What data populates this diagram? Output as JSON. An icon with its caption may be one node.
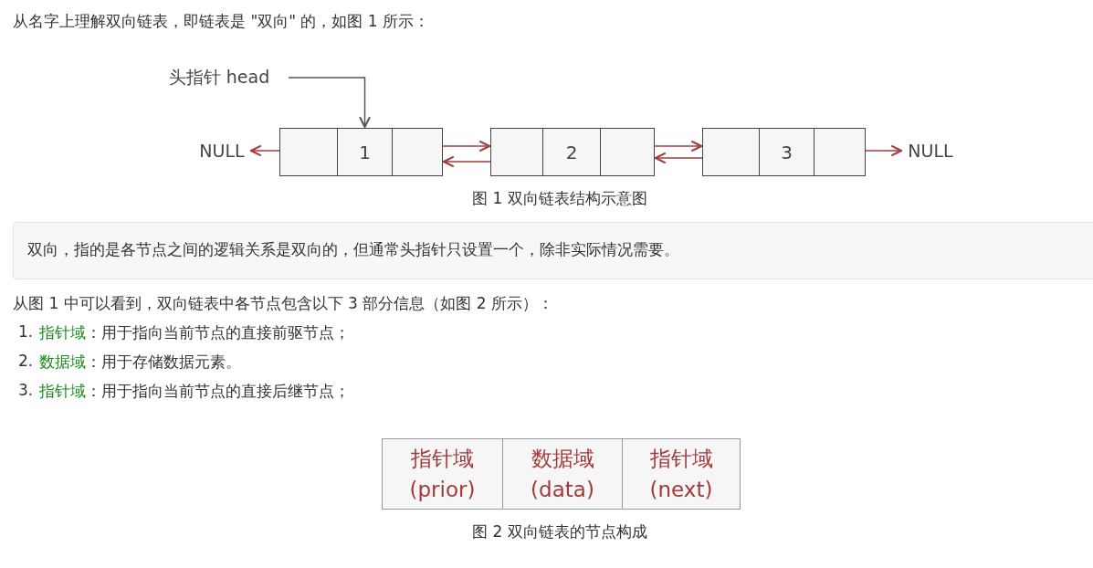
{
  "diagram": {
    "nodes": [
      {
        "text": [
          "头指针 head"
        ]
      },
      {
        "text": [
          "NULL"
        ]
      },
      {
        "text": [],
        "shape": "box"
      },
      {
        "text": [
          "1"
        ]
      },
      {
        "text": [],
        "shape": "box"
      },
      {
        "text": [],
        "shape": "box"
      },
      {
        "text": [
          "2"
        ]
      },
      {
        "text": [],
        "shape": "box"
      },
      {
        "text": [],
        "shape": "box"
      },
      {
        "text": [
          "3"
        ]
      },
      {
        "text": [],
        "shape": "box"
      },
      {
        "text": [
          "NULL"
        ]
      },
      {
        "text": [
          "指针域",
          "(prior)"
        ]
      },
      {
        "text": [
          "数据域",
          "(data)"
        ]
      },
      {
        "text": [
          "指针域",
          "(next)"
        ]
      }
    ],
    "edges": [
      {
        "from": 0,
        "to": 3,
        "arrow": "to",
        "color": "#555555"
      },
      {
        "from": 2,
        "to": 1,
        "arrow": "to"
      },
      {
        "from": 4,
        "to": 5,
        "arrow": "to"
      },
      {
        "from": 5,
        "to": 4,
        "arrow": "to"
      },
      {
        "from": 7,
        "to": 8,
        "arrow": "to"
      },
      {
        "from": 8,
        "to": 7,
        "arrow": "to"
      },
      {
        "from": 10,
        "to": 11,
        "arrow": "to"
      }
    ],
    "labels": [
      "从名字上理解双向链表，即链表是 \"双向\" 的，如图 1 所示：",
      "图 1 双向链表结构示意图",
      "双向，指的是各节点之间的逻辑关系是双向的，但通常头指针只设置一个，除非实际情况需要。",
      "从图 1 中可以看到，双向链表中各节点包含以下 3 部分信息（如图 2 所示）：",
      "1.",
      "指针域",
      "：用于指向当前节点的直接前驱节点；",
      "2.",
      "数据域",
      "：用于存储数据元素。",
      "3.",
      "指针域",
      "：用于指向当前节点的直接后继节点；",
      "图 2 双向链表的节点构成"
    ]
  }
}
